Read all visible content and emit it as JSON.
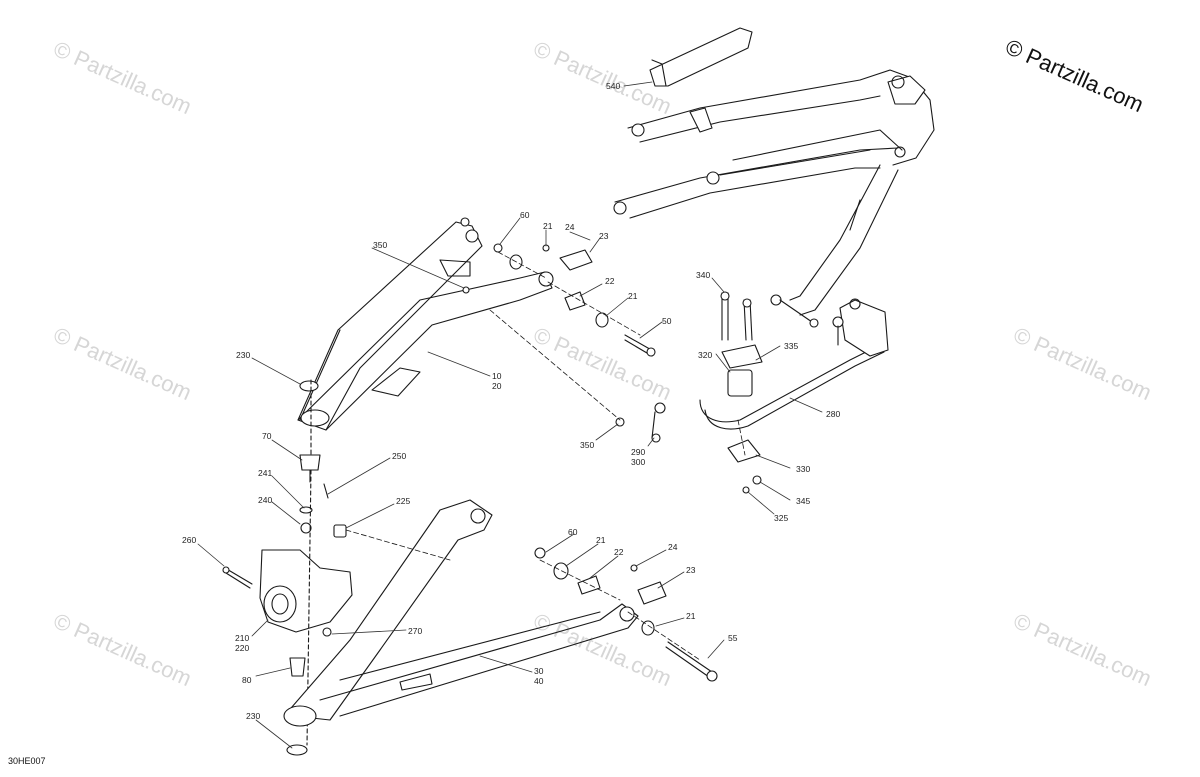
{
  "copyright": "© Partzilla.com",
  "watermark": "© Partzilla.com",
  "drawing_code": "30HE007",
  "callouts": {
    "c540": "540",
    "c60a": "60",
    "c21a": "21",
    "c24a": "24",
    "c23a": "23",
    "c350a": "350",
    "c22a": "22",
    "c21b": "21",
    "c50": "50",
    "c230a": "230",
    "c10a": "10",
    "c20a": "20",
    "c340": "340",
    "c335": "335",
    "c320": "320",
    "c280": "280",
    "c350b": "350",
    "c290": "290",
    "c300": "300",
    "c330": "330",
    "c345": "345",
    "c325": "325",
    "c70": "70",
    "c250": "250",
    "c241": "241",
    "c240": "240",
    "c225": "225",
    "c260": "260",
    "c60b": "60",
    "c21c": "21",
    "c22b": "22",
    "c24b": "24",
    "c23b": "23",
    "c21d": "21",
    "c55": "55",
    "c210": "210",
    "c220": "220",
    "c270": "270",
    "c80": "80",
    "c30": "30",
    "c40": "40",
    "c230b": "230"
  },
  "colors": {
    "line": "#1a1a1a",
    "leader": "#333333",
    "watermark": "#d6d6d6"
  }
}
